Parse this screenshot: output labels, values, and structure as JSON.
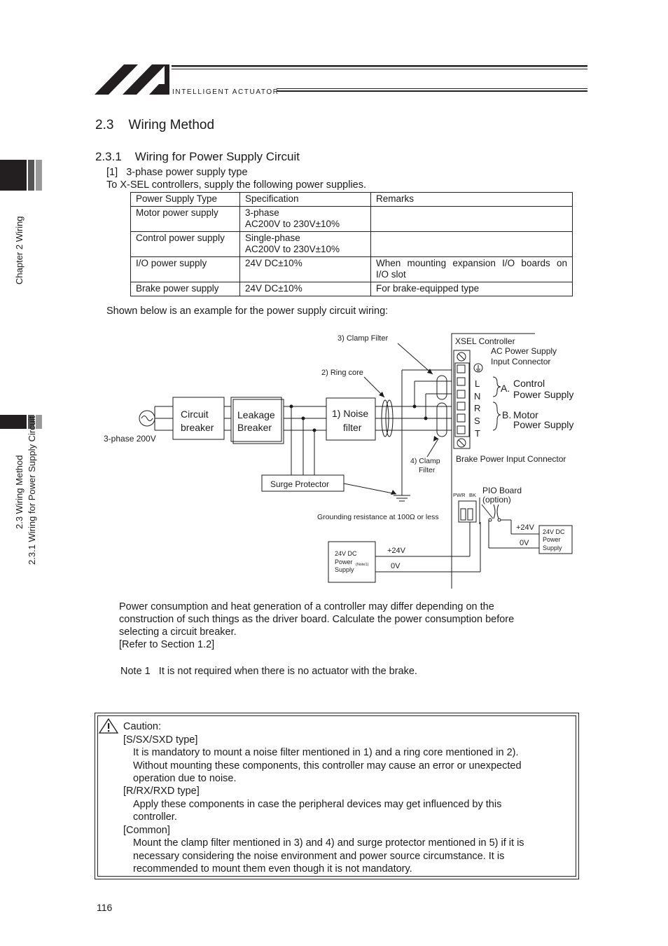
{
  "header": {
    "brand_text": "INTELLIGENT ACTUATOR"
  },
  "section": {
    "number": "2.3",
    "title": "Wiring Method"
  },
  "subsection": {
    "number": "2.3.1",
    "title": "Wiring for Power Supply Circuit"
  },
  "item": {
    "number": "[1]",
    "title": "3-phase power supply type"
  },
  "intro": "To X-SEL controllers, supply the following power supplies.",
  "table": {
    "headers": [
      "Power Supply Type",
      "Specification",
      "Remarks"
    ],
    "rows": [
      {
        "type": "Motor power supply",
        "spec1": "3-phase",
        "spec2": "AC200V to 230V±10%",
        "remarks1": "",
        "remarks2": ""
      },
      {
        "type": "Control power supply",
        "spec1": "Single-phase",
        "spec2": "AC200V to 230V±10%",
        "remarks1": "",
        "remarks2": ""
      },
      {
        "type": "I/O power supply",
        "spec1": "24V DC±10%",
        "spec2": "",
        "remarks1": "When mounting expansion I/O boards on",
        "remarks2": "I/O slot"
      },
      {
        "type": "Brake power supply",
        "spec1": "24V DC±10%",
        "spec2": "",
        "remarks1": "For brake-equipped type",
        "remarks2": ""
      }
    ]
  },
  "example_text": "Shown below is an example for the power supply circuit wiring:",
  "diagram": {
    "clamp_filter_3": "3) Clamp Filter",
    "ring_core": "2) Ring core",
    "source": "3-phase 200V",
    "circuit_breaker_1": "Circuit",
    "circuit_breaker_2": "breaker",
    "leakage_1": "Leakage",
    "leakage_2": "Breaker",
    "noise_1": "1) Noise",
    "noise_2": "filter",
    "clamp_filter_4a": "4) Clamp",
    "clamp_filter_4b": "Filter",
    "surge": "Surge Protector",
    "grounding": "Grounding resistance at 100Ω or less",
    "xsel": "XSEL Controller",
    "ac_conn_1": "AC Power Supply",
    "ac_conn_2": "Input Connector",
    "terminals": [
      "L",
      "N",
      "R",
      "S",
      "T"
    ],
    "a_label": "A.",
    "a_text_1": "Control",
    "a_text_2": "Power Supply",
    "b_label": "B.",
    "b_text_1": "Motor",
    "b_text_2": "Power Supply",
    "brake_conn": "Brake Power Input Connector",
    "pwr": "PWR",
    "bk": "BK",
    "pio_1": "PIO Board",
    "pio_2": "(option)",
    "plus24_a": "+24V",
    "zero_a": "0V",
    "dc_right_1": "24V DC",
    "dc_right_2": "Power",
    "dc_right_3": "Supply",
    "plus24_b": "+24V",
    "zero_b": "0V",
    "dc_left_1": "24V DC",
    "dc_left_2": "Power",
    "dc_left_3": "Supply",
    "note1_tag": "(Note1)"
  },
  "notes": {
    "line1": "Power consumption and heat generation of a controller may differ depending on the",
    "line2": "construction of such things as the driver board. Calculate the power consumption before",
    "line3": "selecting a circuit breaker.",
    "line4": "[Refer to Section 1.2]",
    "note1": "Note 1   It is not required when there is no actuator with the brake."
  },
  "caution": {
    "title": "Caution:",
    "h1": "[S/SX/SXD type]",
    "l1": "It is mandatory to mount a noise filter mentioned in 1) and a ring core mentioned in 2).",
    "l2": "Without mounting these components, this controller may cause an error or unexpected",
    "l3": "operation due to noise.",
    "h2": "[R/RX/RXD type]",
    "l4": "Apply these components in case the peripheral devices may get influenced by this",
    "l5": "controller.",
    "h3": "[Common]",
    "l6": "Mount the clamp filter mentioned in 3) and 4) and surge protector mentioned in 5) if it is",
    "l7": "necessary considering the noise environment and power source circumstance. It is",
    "l8": "recommended to mount them even though it is not mandatory."
  },
  "sidebar": {
    "chapter": "Chapter 2 Wiring",
    "sec_line1": "2.3 Wiring Method",
    "sec_line2": "2.3.1 Wiring for Power Supply Circuit"
  },
  "page_number": "116"
}
